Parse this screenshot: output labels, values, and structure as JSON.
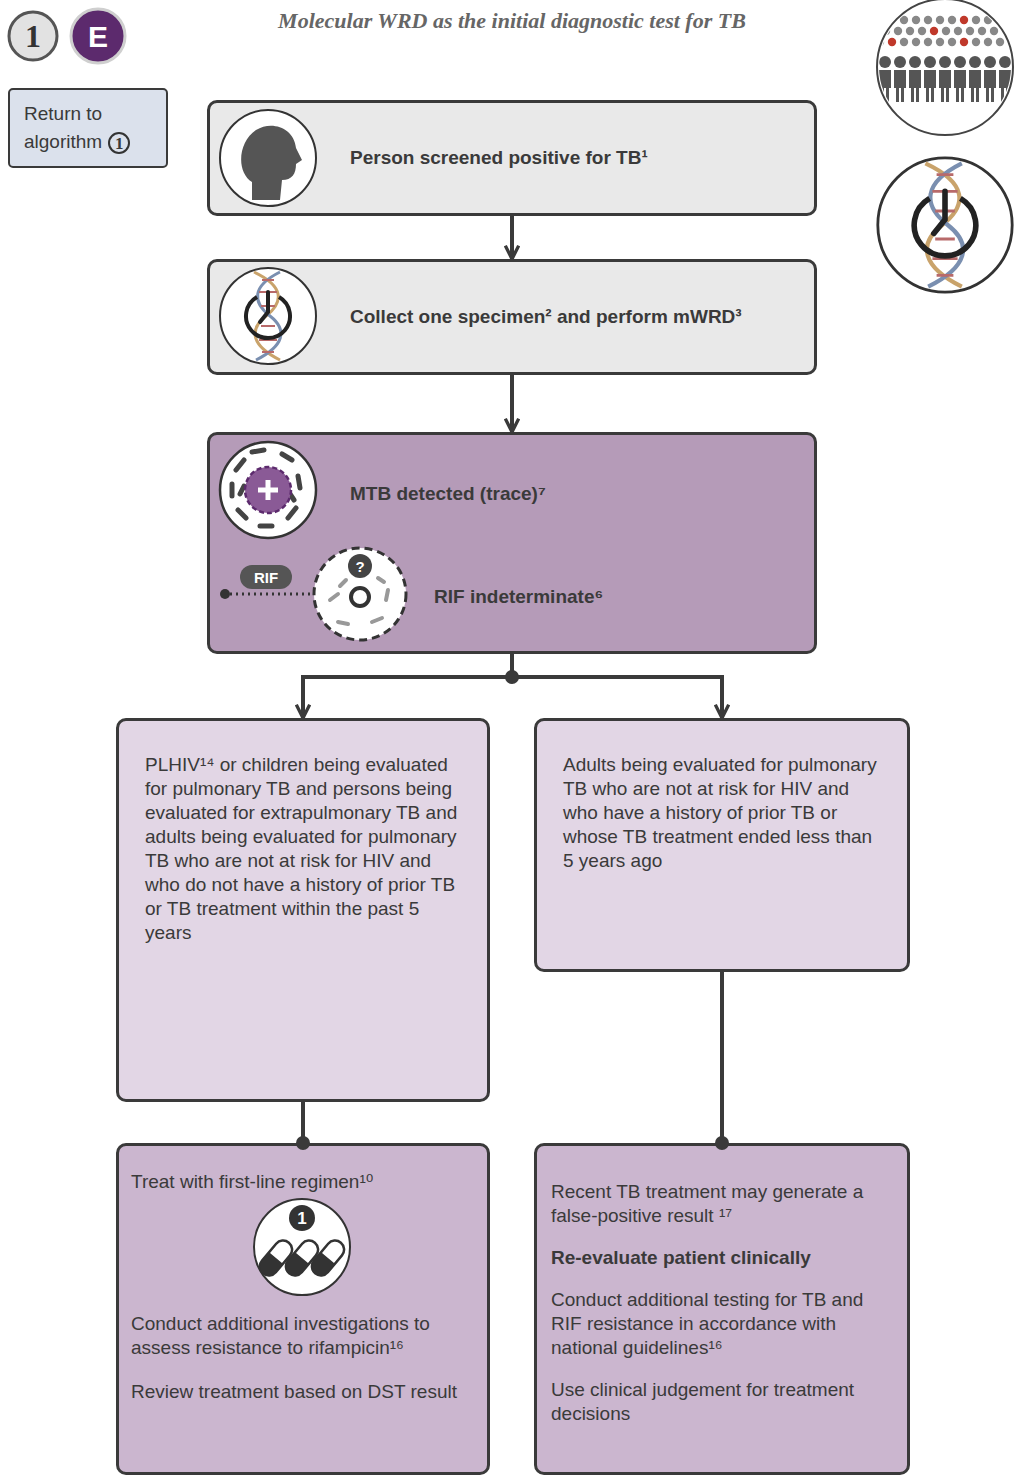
{
  "diagram": {
    "title": "Molecular WRD as the initial diagnostic test for TB",
    "nodes": [
      {
        "text": [
          "Return to algorithm",
          "1"
        ]
      },
      {
        "text": [
          "Person screened positive for TB¹"
        ]
      },
      {
        "text": [
          "Collect one specimen² and perform mWRD³"
        ]
      },
      {
        "text": [
          "MTB detected (trace)⁷",
          "RIF indeterminate⁶"
        ]
      },
      {
        "text": [
          "PLHIV¹⁴ or children being evaluated for pulmonary TB and persons being evaluated for extrapulmonary TB and adults being evaluated for pulmonary TB who are not at risk for HIV and who do not have a history of prior TB or TB treatment within the past 5 years"
        ]
      },
      {
        "text": [
          "Adults being evaluated for pulmonary TB who are not at risk for HIV and who have a history of prior TB or whose TB treatment ended less than 5 years ago"
        ]
      },
      {
        "text": [
          "Treat with first-line regimen¹⁰",
          "Conduct additional investigations to assess resistance to rifampicin¹⁶",
          "Review treatment based on DST result"
        ]
      },
      {
        "text": [
          "Recent TB treatment may generate a false-positive result ¹⁷",
          "Re-evaluate patient clinically",
          "Conduct additional testing for TB and RIF resistance in accordance with national guidelines¹⁶",
          "Use clinical judgement for treatment decisions"
        ]
      }
    ],
    "edges": [
      {
        "from": 1,
        "to": 2,
        "arrow": "to"
      },
      {
        "from": 2,
        "to": 3,
        "arrow": "to"
      },
      {
        "from": 3,
        "to": 4,
        "arrow": "to"
      },
      {
        "from": 3,
        "to": 5,
        "arrow": "to"
      },
      {
        "from": 4,
        "to": 6,
        "arrow": "none"
      },
      {
        "from": 5,
        "to": 7,
        "arrow": "none"
      }
    ],
    "labels": [
      "1",
      "E",
      "RIF",
      "?",
      "1"
    ]
  }
}
